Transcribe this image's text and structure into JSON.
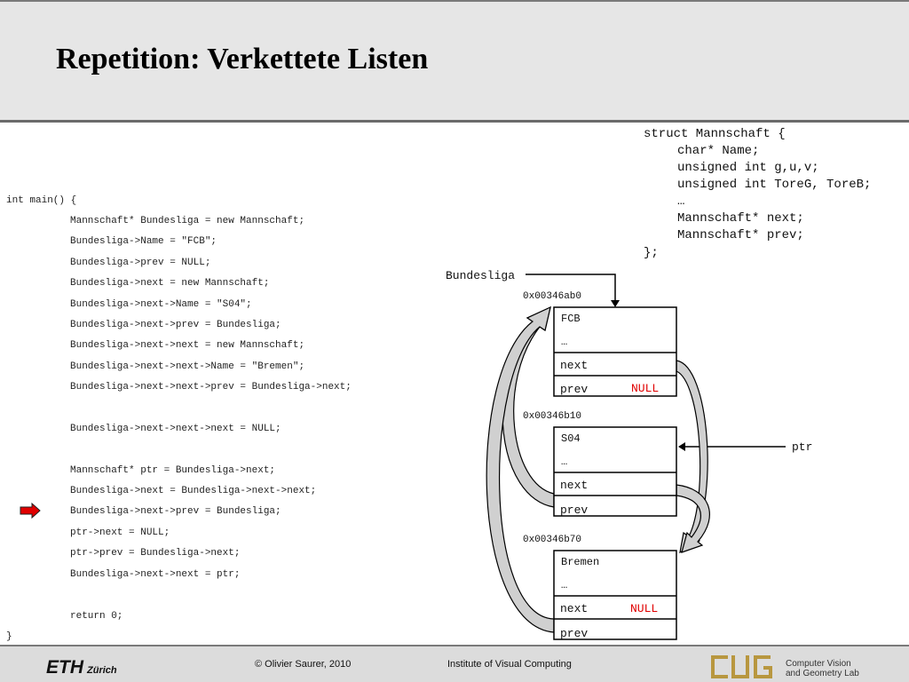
{
  "slide": {
    "title": "Repetition: Verkettete Listen"
  },
  "code_lines": [
    "int main() {",
    "Mannschaft* Bundesliga = new Mannschaft;",
    "Bundesliga->Name = \"FCB\";",
    "Bundesliga->prev = NULL;",
    "Bundesliga->next = new Mannschaft;",
    "Bundesliga->next->Name = \"S04\";",
    "Bundesliga->next->prev = Bundesliga;",
    "Bundesliga->next->next = new Mannschaft;",
    "Bundesliga->next->next->Name = \"Bremen\";",
    "Bundesliga->next->next->prev = Bundesliga->next;",
    "Bundesliga->next->next->next = NULL;",
    "Mannschaft* ptr = Bundesliga->next;",
    "Bundesliga->next = Bundesliga->next->next;",
    "Bundesliga->next->prev = Bundesliga;",
    "ptr->next = NULL;",
    "ptr->prev = Bundesliga->next;",
    "Bundesliga->next->next = ptr;",
    "return 0;",
    "}"
  ],
  "struct_lines": [
    "struct Mannschaft {",
    "char* Name;",
    "unsigned int g,u,v;",
    "unsigned int ToreG, ToreB;",
    "…",
    "Mannschaft* next;",
    "Mannschaft* prev;",
    "};"
  ],
  "diagram": {
    "head_label": "Bundesliga",
    "ptr_label": "ptr",
    "nodes": [
      {
        "address": "0x00346ab0",
        "name": "FCB",
        "ellipsis": "…",
        "next_label": "next",
        "prev_label": "prev",
        "next_value": "",
        "prev_value": "NULL"
      },
      {
        "address": "0x00346b10",
        "name": "S04",
        "ellipsis": "…",
        "next_label": "next",
        "prev_label": "prev",
        "next_value": "",
        "prev_value": ""
      },
      {
        "address": "0x00346b70",
        "name": "Bremen",
        "ellipsis": "…",
        "next_label": "next",
        "prev_label": "prev",
        "next_value": "NULL",
        "prev_value": ""
      }
    ],
    "null_color": "#e00000"
  },
  "footer": {
    "copyright": "© Olivier Saurer, 2010",
    "institute": "Institute of Visual Computing",
    "eth_logo": "ETH",
    "eth_logo_sub": "Zürich",
    "cvg_logo": "CVG",
    "lab_line1": "Computer Vision",
    "lab_line2": "and Geometry Lab"
  },
  "colors": {
    "header_bg": "#e6e6e6",
    "footer_bg": "#dcdcdc",
    "arrow_marker": "#e00000",
    "cvg_gold": "#b8973f"
  }
}
